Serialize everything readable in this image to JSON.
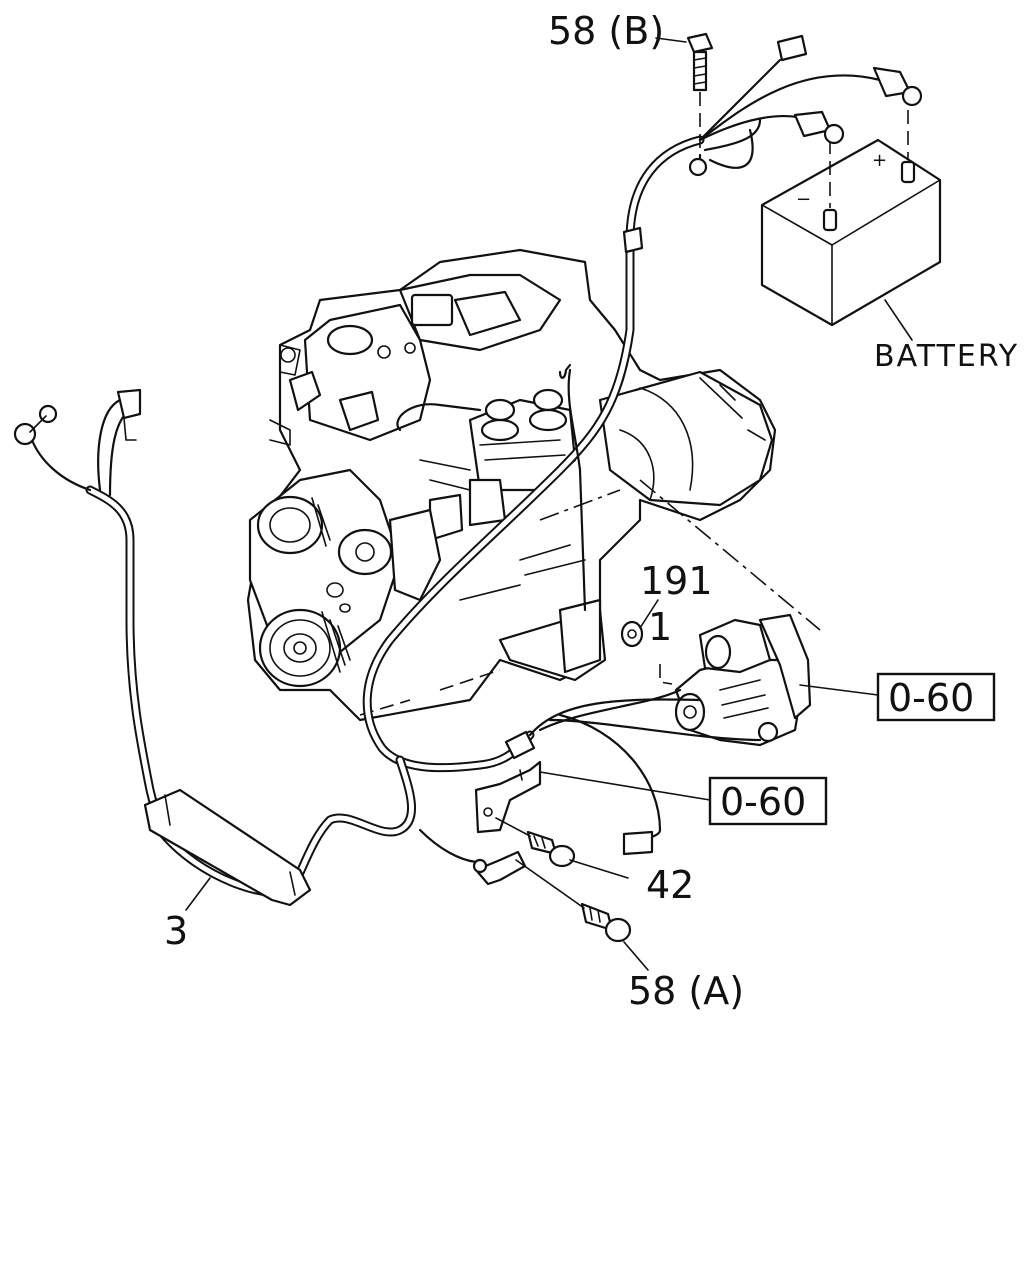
{
  "callouts": {
    "bolt_58b": "58 (B)",
    "battery": "BATTERY",
    "nut_191": "191",
    "ref_box_top": "0-60",
    "ref_box_bottom": "0-60",
    "bolt_42": "42",
    "harness_3": "3",
    "bolt_58a": "58 (A)"
  },
  "battery_terminals": {
    "plus": "+",
    "minus": "−"
  }
}
